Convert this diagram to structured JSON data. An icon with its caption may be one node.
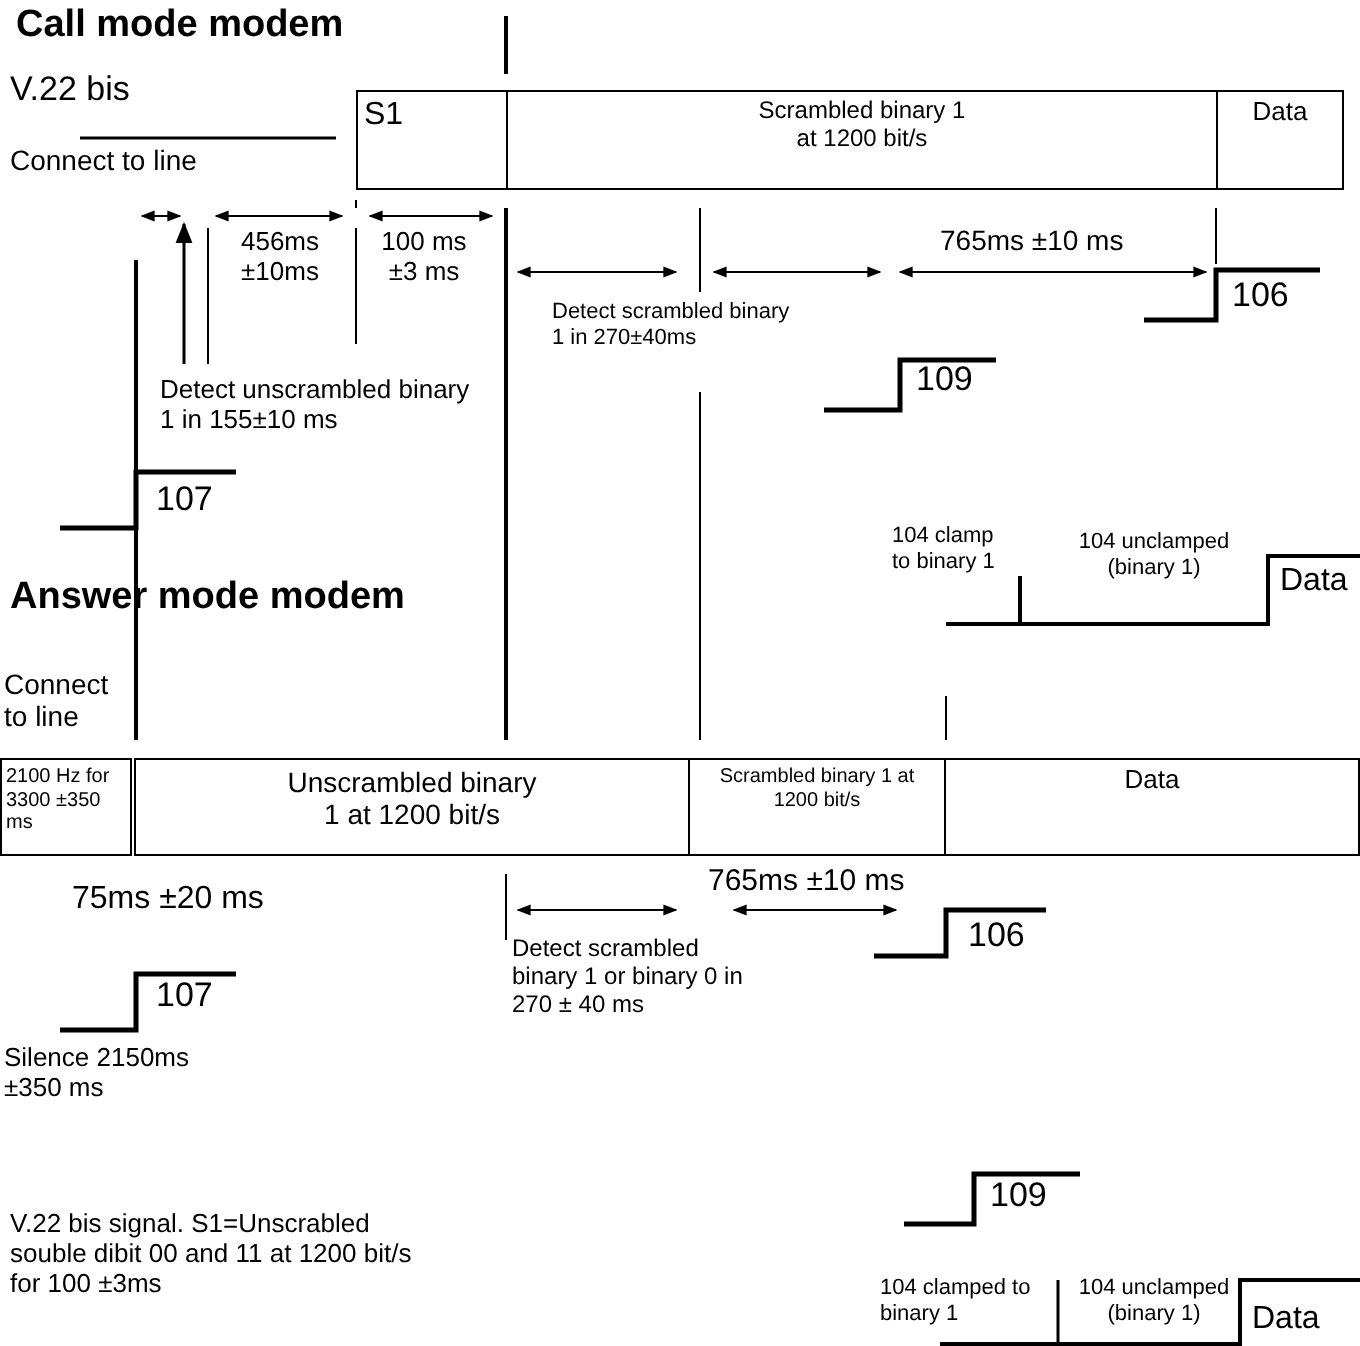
{
  "diagram": {
    "nodes": [
      {
        "text": [
          "S1"
        ]
      },
      {
        "text": [
          "Scrambled binary 1 at 1200 bit/s"
        ]
      },
      {
        "text": [
          "Data"
        ]
      },
      {
        "text": [
          "2100 Hz for 3300 ±350 ms"
        ]
      },
      {
        "text": [
          "Unscrambled binary 1 at 1200 bit/s"
        ]
      },
      {
        "text": [
          "Scrambled binary 1 at 1200 bit/s"
        ]
      },
      {
        "text": [
          "Data"
        ]
      }
    ],
    "labels": [
      "Call mode modem",
      "V.22 bis",
      "Connect to line",
      "456ms ±10ms",
      "100 ms ±3 ms",
      "765ms ±10 ms",
      "106",
      "Detect scrambled binary 1 in 270±40ms",
      "Detect unscrambled binary 1 in 155±10 ms",
      "109",
      "107",
      "104 clamp to binary 1",
      "104 unclamped (binary 1)",
      "Data",
      "Answer mode modem",
      "Connect to line",
      "75ms ±20 ms",
      "765ms ±10 ms",
      "106",
      "Detect scrambled binary 1 or binary 0 in 270 ± 40 ms",
      "107",
      "Silence 2150ms ±350 ms",
      "109",
      "V.22 bis signal. S1=Unscrabled souble dibit 00 and 11 at 1200 bit/s for 100 ±3ms",
      "104 clamped to binary 1",
      "104 unclamped (binary 1)",
      "Data"
    ]
  }
}
